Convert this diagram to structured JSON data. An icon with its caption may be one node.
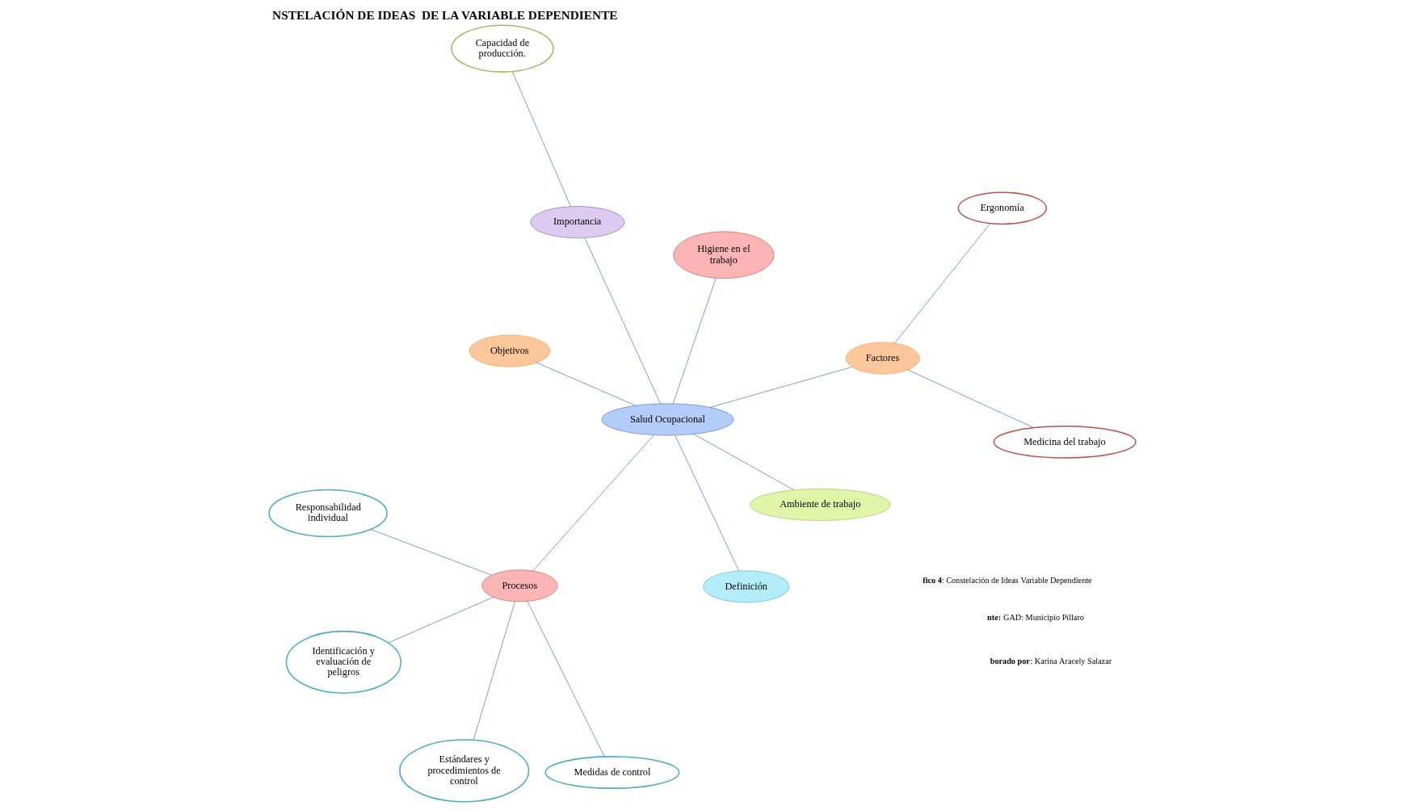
{
  "diagram": {
    "title": "NSTELACIÓN DE IDEAS  DE LA VARIABLE DEPENDIENTE",
    "nodes": [
      {
        "text": [
          "Salud Ocupacional"
        ]
      },
      {
        "text": [
          "Ambiente de trabajo"
        ]
      },
      {
        "text": [
          "Definición"
        ]
      },
      {
        "text": [
          "Objetivos"
        ]
      },
      {
        "text": [
          "Higiene en el trabajo"
        ]
      },
      {
        "text": [
          "Importancia"
        ]
      },
      {
        "text": [
          "Procesos"
        ]
      },
      {
        "text": [
          "Factores"
        ]
      },
      {
        "text": [
          "Identificación y evaluación de peligros"
        ]
      },
      {
        "text": [
          "Medidas de control"
        ]
      },
      {
        "text": [
          "Estándares y procedimientos de control"
        ]
      },
      {
        "text": [
          "Responsabilidad individual"
        ]
      },
      {
        "text": [
          "Medicina del trabajo"
        ]
      },
      {
        "text": [
          "Ergonomía"
        ]
      },
      {
        "text": [
          "Capacidad de producción."
        ]
      }
    ],
    "edges": [
      {
        "from": 0,
        "to": 1,
        "arrow": "none"
      },
      {
        "from": 0,
        "to": 2,
        "arrow": "none"
      },
      {
        "from": 0,
        "to": 3,
        "arrow": "none"
      },
      {
        "from": 0,
        "to": 4,
        "arrow": "none"
      },
      {
        "from": 0,
        "to": 5,
        "arrow": "none"
      },
      {
        "from": 0,
        "to": 6,
        "arrow": "none"
      },
      {
        "from": 0,
        "to": 7,
        "arrow": "none"
      },
      {
        "from": 6,
        "to": 8,
        "arrow": "none"
      },
      {
        "from": 6,
        "to": 9,
        "arrow": "none"
      },
      {
        "from": 6,
        "to": 10,
        "arrow": "none"
      },
      {
        "from": 6,
        "to": 11,
        "arrow": "none"
      },
      {
        "from": 7,
        "to": 12,
        "arrow": "none"
      },
      {
        "from": 7,
        "to": 13,
        "arrow": "none"
      },
      {
        "from": 5,
        "to": 14,
        "arrow": "none"
      }
    ],
    "labels": [
      "**fico 4**: Constelación de Ideas Variable Dependiente",
      "**nte:** GAD: Municipio Píllaro",
      "**borado por**: Karina Aracely Salazar"
    ]
  }
}
